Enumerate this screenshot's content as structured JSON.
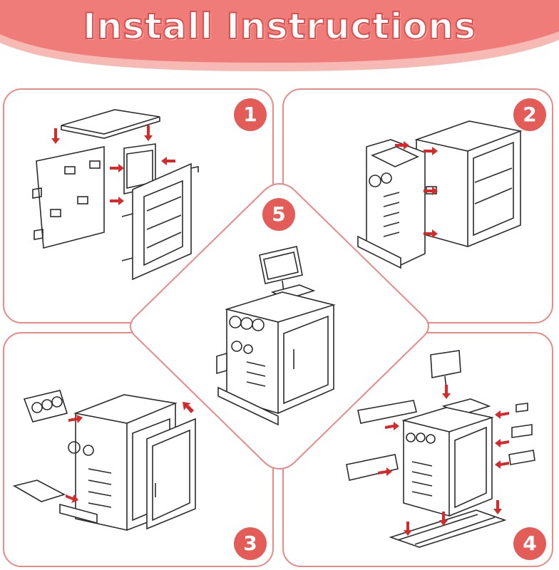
{
  "header": {
    "title": "Install Instructions"
  },
  "steps": [
    {
      "number": "1"
    },
    {
      "number": "2"
    },
    {
      "number": "3"
    },
    {
      "number": "4"
    },
    {
      "number": "5"
    }
  ],
  "colors": {
    "banner": "#ef7c78",
    "banner_light": "#f7b9b3",
    "accent": "#e35c58",
    "border": "#e98a86",
    "arrow": "#d62a2a",
    "line": "#2b2b2b"
  }
}
